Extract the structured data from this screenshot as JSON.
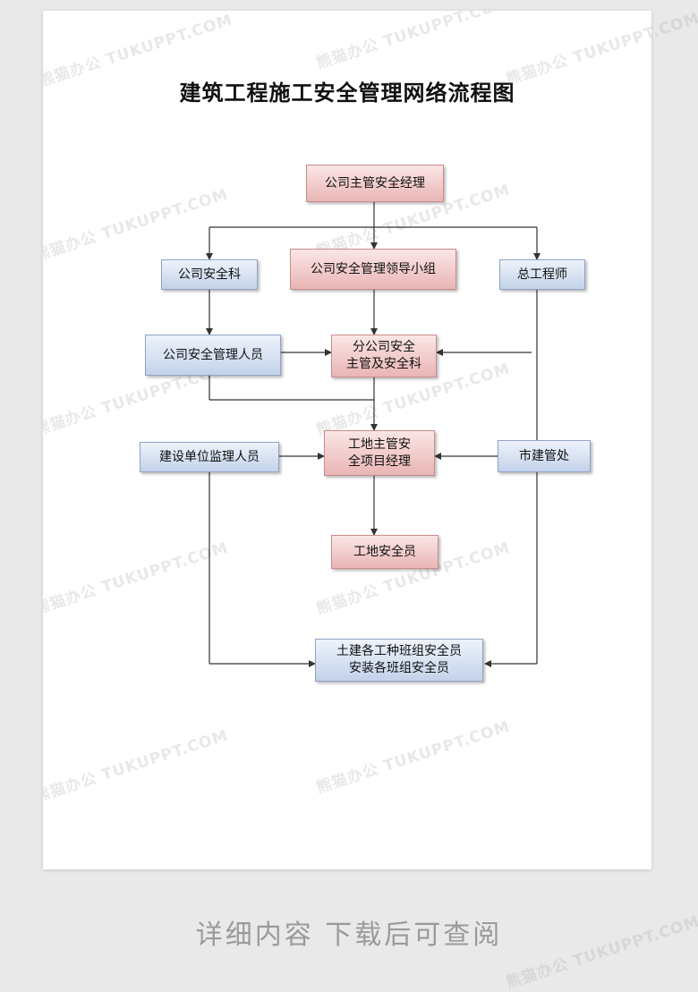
{
  "diagram": {
    "title": "建筑工程施工安全管理网络流程图",
    "nodes": {
      "ceo": "公司主管安全经理",
      "leadership": "公司安全管理领导小组",
      "dept": "公司安全科",
      "chief_engineer": "总工程师",
      "staff": "公司安全管理人员",
      "branch": [
        "分公司安全",
        "主管及安全科"
      ],
      "site_manager": [
        "工地主管安",
        "全项目经理"
      ],
      "supervisor": "建设单位监理人员",
      "city_office": "市建管处",
      "site_safety": "工地安全员",
      "teams": [
        "土建各工种班组安全员",
        "安装各班组安全员"
      ]
    }
  },
  "colors": {
    "pink_node": "#e9b5b5",
    "blue_node": "#c3d2ea",
    "line": "#333333"
  },
  "watermark": "熊猫办公 TUKUPPT.COM",
  "footer": "详细内容  下载后可查阅"
}
